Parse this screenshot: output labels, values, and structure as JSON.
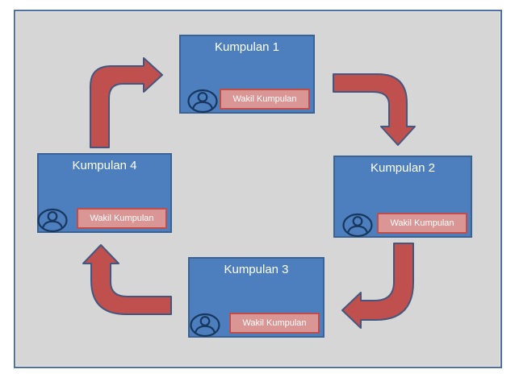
{
  "slide": {
    "outer_background": "#ffffff",
    "background": "#d6d6d6",
    "border_color": "#50709d"
  },
  "palette": {
    "box_fill": "#4d7ebd",
    "box_border": "#3a6292",
    "arrow_fill": "#c0504d",
    "arrow_outline": "#45567e",
    "label_fill": "#d99694",
    "label_border": "#bf4e4b",
    "icon_outline": "#17375e",
    "text_color": "#ffffff"
  },
  "groups": [
    {
      "title": "Kumpulan 1",
      "member_label": "Wakil Kumpulan"
    },
    {
      "title": "Kumpulan 2",
      "member_label": "Wakil Kumpulan"
    },
    {
      "title": "Kumpulan 3",
      "member_label": "Wakil Kumpulan"
    },
    {
      "title": "Kumpulan 4",
      "member_label": "Wakil Kumpulan"
    }
  ],
  "arrows": [
    {
      "from": "Kumpulan 4",
      "to": "Kumpulan 1",
      "shape": "up-then-right"
    },
    {
      "from": "Kumpulan 1",
      "to": "Kumpulan 2",
      "shape": "right-then-down"
    },
    {
      "from": "Kumpulan 2",
      "to": "Kumpulan 3",
      "shape": "down-then-left"
    },
    {
      "from": "Kumpulan 3",
      "to": "Kumpulan 4",
      "shape": "left-then-up"
    }
  ]
}
